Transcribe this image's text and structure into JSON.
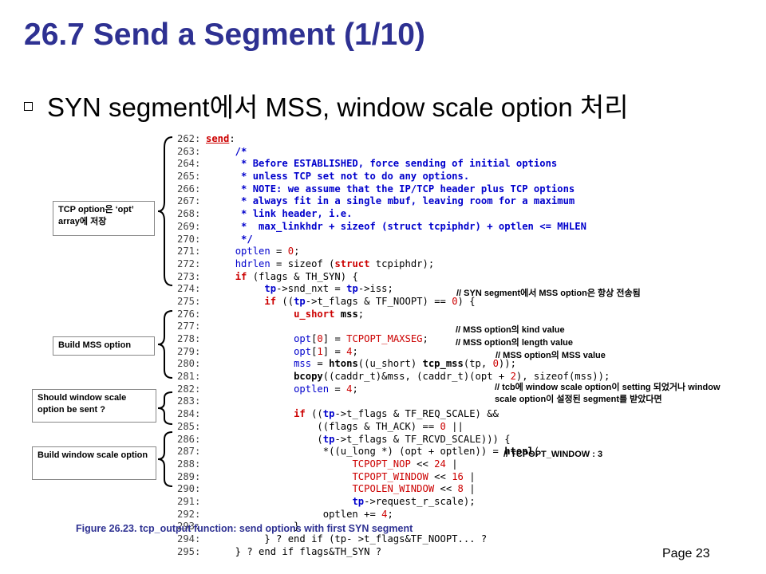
{
  "slide": {
    "title": "26.7 Send a Segment (1/10)",
    "bullet": "SYN segment에서 MSS, window scale option 처리",
    "caption": "Figure 26.23. tcp_output function: send options with first SYN segment",
    "page": "Page 23"
  },
  "code_lines": [
    {
      "n": "262:",
      "s": [
        {
          "c": "fn",
          "t": "send"
        },
        {
          "c": "txt",
          "t": ":"
        }
      ]
    },
    {
      "n": "263:",
      "s": [
        {
          "c": "cm",
          "t": "     /*"
        }
      ]
    },
    {
      "n": "264:",
      "s": [
        {
          "c": "cm",
          "t": "      * Before ESTABLISHED, force sending of initial options"
        }
      ]
    },
    {
      "n": "265:",
      "s": [
        {
          "c": "cm",
          "t": "      * unless TCP set not to do any options."
        }
      ]
    },
    {
      "n": "266:",
      "s": [
        {
          "c": "cm",
          "t": "      * NOTE: we assume that the IP/TCP header plus TCP options"
        }
      ]
    },
    {
      "n": "267:",
      "s": [
        {
          "c": "cm",
          "t": "      * always fit in a single mbuf, leaving room for a maximum"
        }
      ]
    },
    {
      "n": "268:",
      "s": [
        {
          "c": "cm",
          "t": "      * link header, i.e."
        }
      ]
    },
    {
      "n": "269:",
      "s": [
        {
          "c": "cm",
          "t": "      *  max_linkhdr + sizeof (struct tcpiphdr) + optlen <= MHLEN"
        }
      ]
    },
    {
      "n": "270:",
      "s": [
        {
          "c": "cm",
          "t": "      */"
        }
      ]
    },
    {
      "n": "271:",
      "s": [
        {
          "c": "txt",
          "t": "     "
        },
        {
          "c": "bl",
          "t": "optlen"
        },
        {
          "c": "txt",
          "t": " = "
        },
        {
          "c": "nm",
          "t": "0"
        },
        {
          "c": "txt",
          "t": ";"
        }
      ]
    },
    {
      "n": "272:",
      "s": [
        {
          "c": "txt",
          "t": "     "
        },
        {
          "c": "bl",
          "t": "hdrlen"
        },
        {
          "c": "txt",
          "t": " = sizeof ("
        },
        {
          "c": "kw",
          "t": "struct"
        },
        {
          "c": "txt",
          "t": " tcpiphdr);"
        }
      ]
    },
    {
      "n": "273:",
      "s": [
        {
          "c": "txt",
          "t": "     "
        },
        {
          "c": "kw",
          "t": "if"
        },
        {
          "c": "txt",
          "t": " (flags & TH_SYN) {"
        }
      ]
    },
    {
      "n": "274:",
      "s": [
        {
          "c": "txt",
          "t": "          "
        },
        {
          "c": "tp",
          "t": "tp"
        },
        {
          "c": "txt",
          "t": "->snd_nxt = "
        },
        {
          "c": "tp",
          "t": "tp"
        },
        {
          "c": "txt",
          "t": "->iss;"
        }
      ]
    },
    {
      "n": "275:",
      "s": [
        {
          "c": "txt",
          "t": "          "
        },
        {
          "c": "kw",
          "t": "if"
        },
        {
          "c": "txt",
          "t": " (("
        },
        {
          "c": "tp",
          "t": "tp"
        },
        {
          "c": "txt",
          "t": "->t_flags & TF_NOOPT) == "
        },
        {
          "c": "nm",
          "t": "0"
        },
        {
          "c": "txt",
          "t": ") {"
        }
      ]
    },
    {
      "n": "276:",
      "s": [
        {
          "c": "txt",
          "t": "               "
        },
        {
          "c": "kw",
          "t": "u_short"
        },
        {
          "c": "txt",
          "t": " "
        },
        {
          "c": "fc",
          "t": "mss"
        },
        {
          "c": "txt",
          "t": ";"
        }
      ]
    },
    {
      "n": "277:",
      "s": [
        {
          "c": "txt",
          "t": ""
        }
      ]
    },
    {
      "n": "278:",
      "s": [
        {
          "c": "txt",
          "t": "               "
        },
        {
          "c": "bl",
          "t": "opt"
        },
        {
          "c": "txt",
          "t": "["
        },
        {
          "c": "nm",
          "t": "0"
        },
        {
          "c": "txt",
          "t": "] = "
        },
        {
          "c": "mc",
          "t": "TCPOPT_MAXSEG"
        },
        {
          "c": "txt",
          "t": ";"
        }
      ]
    },
    {
      "n": "279:",
      "s": [
        {
          "c": "txt",
          "t": "               "
        },
        {
          "c": "bl",
          "t": "opt"
        },
        {
          "c": "txt",
          "t": "["
        },
        {
          "c": "nm",
          "t": "1"
        },
        {
          "c": "txt",
          "t": "] = "
        },
        {
          "c": "nm",
          "t": "4"
        },
        {
          "c": "txt",
          "t": ";"
        }
      ]
    },
    {
      "n": "280:",
      "s": [
        {
          "c": "txt",
          "t": "               "
        },
        {
          "c": "bl",
          "t": "mss"
        },
        {
          "c": "txt",
          "t": " = "
        },
        {
          "c": "fc",
          "t": "htons"
        },
        {
          "c": "txt",
          "t": "((u_short) "
        },
        {
          "c": "fc",
          "t": "tcp_mss"
        },
        {
          "c": "txt",
          "t": "(tp, "
        },
        {
          "c": "nm",
          "t": "0"
        },
        {
          "c": "txt",
          "t": "));"
        }
      ]
    },
    {
      "n": "281:",
      "s": [
        {
          "c": "txt",
          "t": "               "
        },
        {
          "c": "fc",
          "t": "bcopy"
        },
        {
          "c": "txt",
          "t": "((caddr_t)&mss, (caddr_t)(opt + "
        },
        {
          "c": "nm",
          "t": "2"
        },
        {
          "c": "txt",
          "t": "), sizeof(mss));"
        }
      ]
    },
    {
      "n": "282:",
      "s": [
        {
          "c": "txt",
          "t": "               "
        },
        {
          "c": "bl",
          "t": "optlen"
        },
        {
          "c": "txt",
          "t": " = "
        },
        {
          "c": "nm",
          "t": "4"
        },
        {
          "c": "txt",
          "t": ";"
        }
      ]
    },
    {
      "n": "283:",
      "s": [
        {
          "c": "txt",
          "t": ""
        }
      ]
    },
    {
      "n": "284:",
      "s": [
        {
          "c": "txt",
          "t": "               "
        },
        {
          "c": "kw",
          "t": "if"
        },
        {
          "c": "txt",
          "t": " (("
        },
        {
          "c": "tp",
          "t": "tp"
        },
        {
          "c": "txt",
          "t": "->t_flags & TF_REQ_SCALE) &&"
        }
      ]
    },
    {
      "n": "285:",
      "s": [
        {
          "c": "txt",
          "t": "                   ((flags & TH_ACK) == "
        },
        {
          "c": "nm",
          "t": "0"
        },
        {
          "c": "txt",
          "t": " ||"
        }
      ]
    },
    {
      "n": "286:",
      "s": [
        {
          "c": "txt",
          "t": "                   ("
        },
        {
          "c": "tp",
          "t": "tp"
        },
        {
          "c": "txt",
          "t": "->t_flags & TF_RCVD_SCALE))) {"
        }
      ]
    },
    {
      "n": "287:",
      "s": [
        {
          "c": "txt",
          "t": "                    *((u_long *) (opt + optlen)) = "
        },
        {
          "c": "fc",
          "t": "htonl"
        },
        {
          "c": "txt",
          "t": "("
        }
      ]
    },
    {
      "n": "288:",
      "s": [
        {
          "c": "txt",
          "t": "                         "
        },
        {
          "c": "mc",
          "t": "TCPOPT_NOP"
        },
        {
          "c": "txt",
          "t": " << "
        },
        {
          "c": "nm",
          "t": "24"
        },
        {
          "c": "txt",
          "t": " |"
        }
      ]
    },
    {
      "n": "289:",
      "s": [
        {
          "c": "txt",
          "t": "                         "
        },
        {
          "c": "mc",
          "t": "TCPOPT_WINDOW"
        },
        {
          "c": "txt",
          "t": " << "
        },
        {
          "c": "nm",
          "t": "16"
        },
        {
          "c": "txt",
          "t": " |"
        }
      ]
    },
    {
      "n": "290:",
      "s": [
        {
          "c": "txt",
          "t": "                         "
        },
        {
          "c": "mc",
          "t": "TCPOLEN_WINDOW"
        },
        {
          "c": "txt",
          "t": " << "
        },
        {
          "c": "nm",
          "t": "8"
        },
        {
          "c": "txt",
          "t": " |"
        }
      ]
    },
    {
      "n": "291:",
      "s": [
        {
          "c": "txt",
          "t": "                         "
        },
        {
          "c": "tp",
          "t": "tp"
        },
        {
          "c": "txt",
          "t": "->request_r_scale);"
        }
      ]
    },
    {
      "n": "292:",
      "s": [
        {
          "c": "txt",
          "t": "                    optlen += "
        },
        {
          "c": "nm",
          "t": "4"
        },
        {
          "c": "txt",
          "t": ";"
        }
      ]
    },
    {
      "n": "293:",
      "s": [
        {
          "c": "txt",
          "t": "               }"
        }
      ]
    },
    {
      "n": "294:",
      "s": [
        {
          "c": "txt",
          "t": "          } ? end if (tp- >t_flags&TF_NOOPT... ?"
        }
      ]
    },
    {
      "n": "295:",
      "s": [
        {
          "c": "txt",
          "t": "     } ? end if flags&TH_SYN ?"
        }
      ]
    }
  ],
  "boxes": {
    "tcp_option": "TCP option은 ‘opt’ array에 저장",
    "build_mss": "Build MSS option",
    "should_ws": "Should window scale option be sent ?",
    "build_ws": "Build window scale option"
  },
  "annotations": {
    "syn_mss": "// SYN segment에서 MSS option은 항상 전송됨",
    "kind": "// MSS option의 kind value",
    "length": "// MSS option의 length value",
    "mss_value": "// MSS option의 MSS value",
    "tcb_ws": "// tcb에 window scale option이 setting 되었거나 window scale option이 설정된 segment를 받았다면",
    "tcpopt_window": "// TCPOPT_WINDOW  : 3"
  }
}
